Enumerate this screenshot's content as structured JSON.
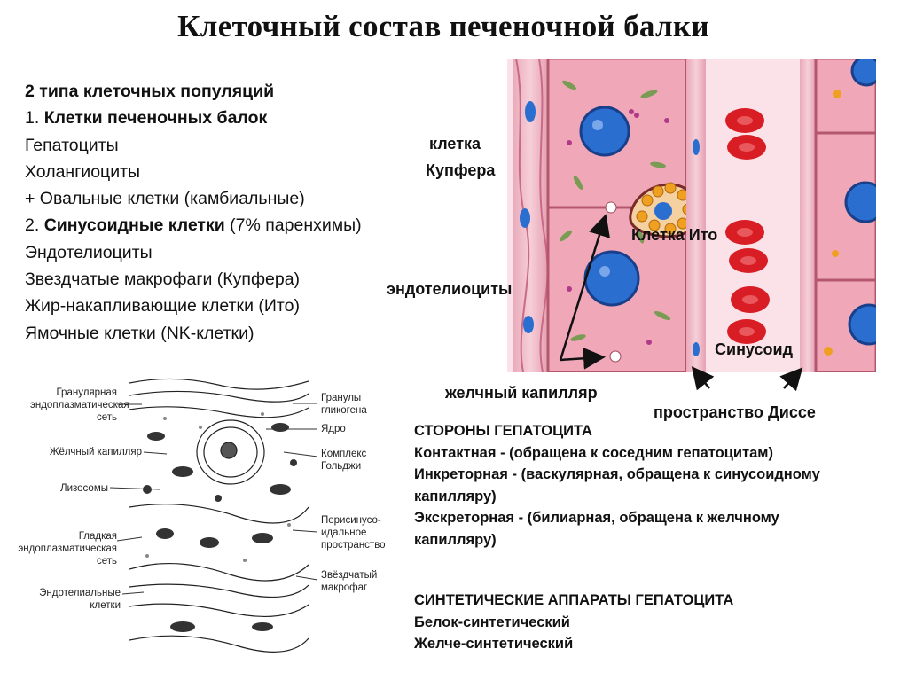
{
  "title": "Клеточный состав печеночной балки",
  "left_list": {
    "line1": "2 типа клеточных популяций",
    "line2_num": "1. ",
    "line2_bold": "Клетки печеночных балок",
    "line3": "Гепатоциты",
    "line4": "Холангиоциты",
    "line5": "+ Овальные клетки (камбиальные)",
    "line6_num": "2. ",
    "line6_bold": "Синусоидные клетки",
    "line6_rest": " (7% паренхимы)",
    "line7": "Эндотелиоциты",
    "line8": "Звездчатые макрофаги (Купфера)",
    "line9": "Жир-накапливающие клетки (Ито)",
    "line10": "Ямочные клетки (NK-клетки)"
  },
  "diagram_labels": {
    "kupffer_1": "клетка",
    "kupffer_2": "Купфера",
    "ito": "Клетка Ито",
    "endothelio": "эндотелиоциты",
    "sinusoid": "Синусоид",
    "bile_cap": "желчный капилляр",
    "disse": "пространство Диссе"
  },
  "em_labels": {
    "left": [
      "Гранулярная",
      "эндоплазматическая",
      "сеть",
      "Жёлчный капилляр",
      "Лизосомы",
      "Гладкая",
      "эндоплазматическая",
      "сеть",
      "Эндотелиальные",
      "клетки"
    ],
    "right": [
      "Гранулы",
      "гликогена",
      "Ядро",
      "Комплекс",
      "Гольджи",
      "Перисинусо-",
      "идальное",
      "пространство",
      "Звёздчатый",
      "макрофаг"
    ]
  },
  "sides": {
    "heading": "СТОРОНЫ ГЕПАТОЦИТА",
    "contact": "Контактная - (обращена к соседним гепатоцитам)",
    "incretory1": "Инкреторная - (васкулярная, обращена к синусоидному",
    "incretory2": "капилляру)",
    "excretory1": "Экскреторная - (билиарная, обращена к желчному",
    "excretory2": "капилляру)"
  },
  "synth": {
    "heading": "СИНТЕТИЧЕСКИЕ АППАРАТЫ ГЕПАТОЦИТА",
    "protein": "Белок-синтетический",
    "bile": "Желче-синтетический"
  },
  "colors": {
    "hepatocyte": "#f0a8b8",
    "sinusoid_bg": "#fbe4ea",
    "nucleus": "#2a6fd0",
    "rbc": "#d81e24",
    "ito_fat": "#f0a020"
  }
}
